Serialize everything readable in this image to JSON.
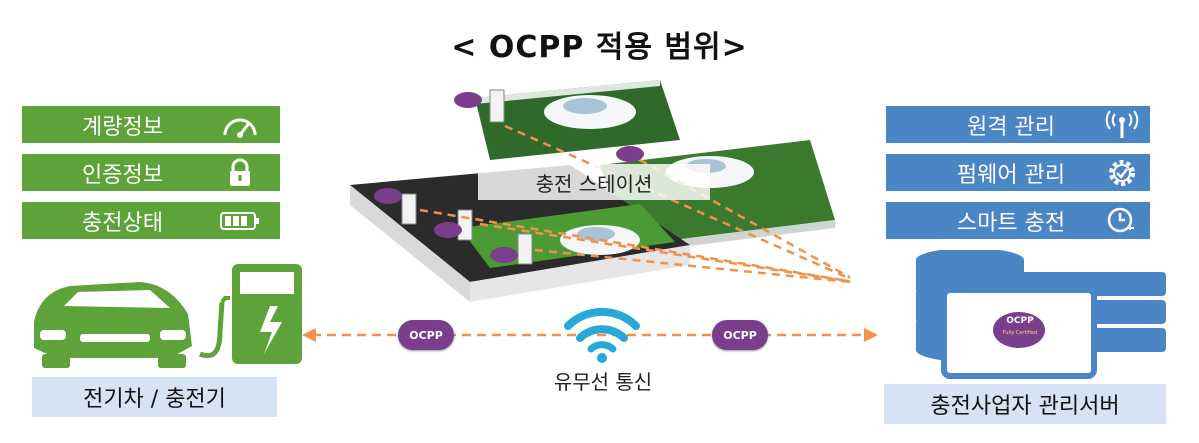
{
  "title": "< OCPP 적용 범위>",
  "left_panel": {
    "items": [
      {
        "label": "계량정보",
        "icon": "gauge-icon"
      },
      {
        "label": "인증정보",
        "icon": "lock-icon"
      },
      {
        "label": "충전상태",
        "icon": "battery-icon"
      }
    ],
    "caption": "전기차 / 충전기"
  },
  "right_panel": {
    "items": [
      {
        "label": "원격 관리",
        "icon": "antenna-icon"
      },
      {
        "label": "펌웨어 관리",
        "icon": "gear-icon"
      },
      {
        "label": "스마트 충전",
        "icon": "clock-plug-icon"
      }
    ],
    "caption": "충전사업자 관리서버"
  },
  "center": {
    "station_label": "충전 스테이션",
    "wireless_label": "유무선 통신",
    "protocol_badge": "OCPP",
    "server_badge": "OCPP",
    "server_badge_sub": "Fully Certified"
  },
  "colors": {
    "green": "#5ea33a",
    "blue": "#4a86c5",
    "caption_bg": "#d6e3f4",
    "arrow": "#f0924a",
    "badge": "#7a3e8c"
  }
}
